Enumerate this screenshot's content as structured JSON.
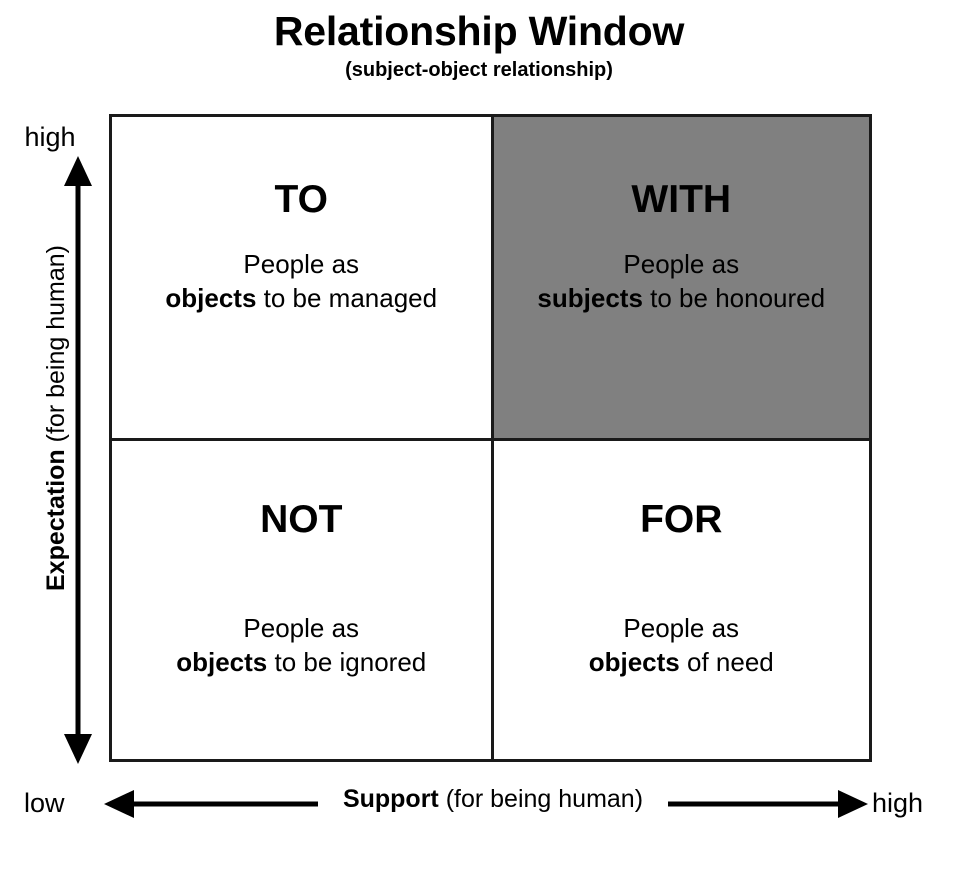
{
  "header": {
    "title": "Relationship Window",
    "subtitle": "(subject-object relationship)"
  },
  "axes": {
    "y": {
      "top_label": "high",
      "bottom_label": "",
      "title_bold": "Expectation",
      "title_rest": " (for being human)",
      "arrow": "double-headed-vertical-arrow"
    },
    "x": {
      "left_label": "low",
      "right_label": "high",
      "title_bold": "Support",
      "title_rest": " (for being human)",
      "left_arrow": "left-arrow",
      "right_arrow": "right-arrow"
    }
  },
  "colors": {
    "shaded_cell": "#808080",
    "border": "#1a1a1a",
    "background": "#ffffff",
    "text": "#000000"
  },
  "quadrants": [
    {
      "id": "to",
      "position": "top-left",
      "heading": "TO",
      "line1": "People as",
      "line2_bold": "objects",
      "line2_rest": " to be managed",
      "shaded": false
    },
    {
      "id": "with",
      "position": "top-right",
      "heading": "WITH",
      "line1": "People as",
      "line2_bold": "subjects",
      "line2_rest": " to be honoured",
      "shaded": true
    },
    {
      "id": "not",
      "position": "bottom-left",
      "heading": "NOT",
      "line1": "People as",
      "line2_bold": "objects",
      "line2_rest": " to be ignored",
      "shaded": false
    },
    {
      "id": "for",
      "position": "bottom-right",
      "heading": "FOR",
      "line1": "People as",
      "line2_bold": "objects",
      "line2_rest": " of need",
      "shaded": false
    }
  ]
}
